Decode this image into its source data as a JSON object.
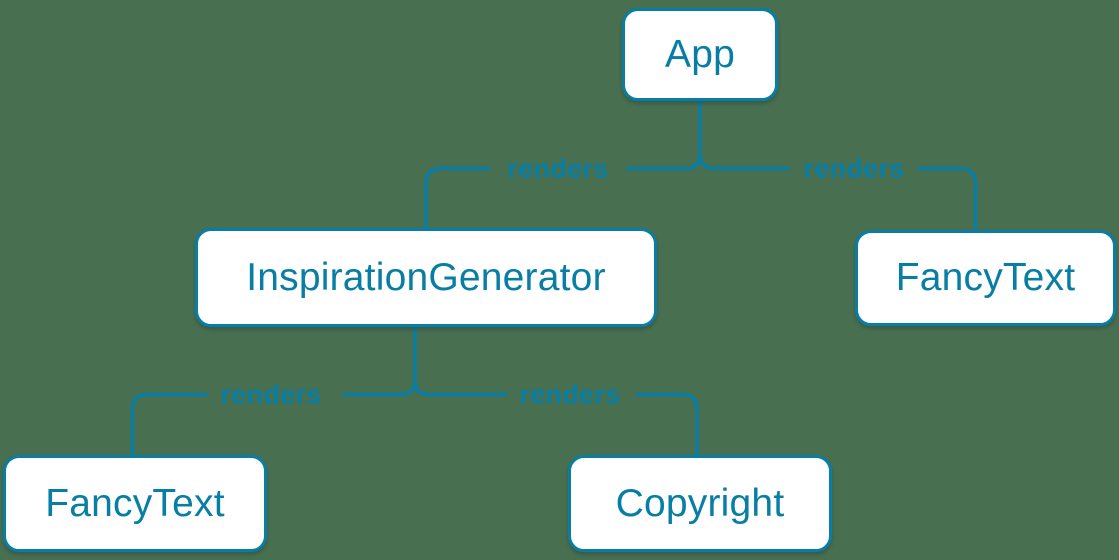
{
  "colors": {
    "background": "#486f50",
    "accent": "#087ea4",
    "node_fill": "#ffffff"
  },
  "nodes": [
    {
      "id": "app",
      "label": "App"
    },
    {
      "id": "inspiration-generator",
      "label": "InspirationGenerator"
    },
    {
      "id": "fancy-text-top-right",
      "label": "FancyText"
    },
    {
      "id": "fancy-text-bottom-left",
      "label": "FancyText"
    },
    {
      "id": "copyright",
      "label": "Copyright"
    }
  ],
  "edges": [
    {
      "from": "App",
      "to": "InspirationGenerator",
      "label": "renders"
    },
    {
      "from": "App",
      "to": "FancyText",
      "label": "renders"
    },
    {
      "from": "InspirationGenerator",
      "to": "FancyText",
      "label": "renders"
    },
    {
      "from": "InspirationGenerator",
      "to": "Copyright",
      "label": "renders"
    }
  ]
}
